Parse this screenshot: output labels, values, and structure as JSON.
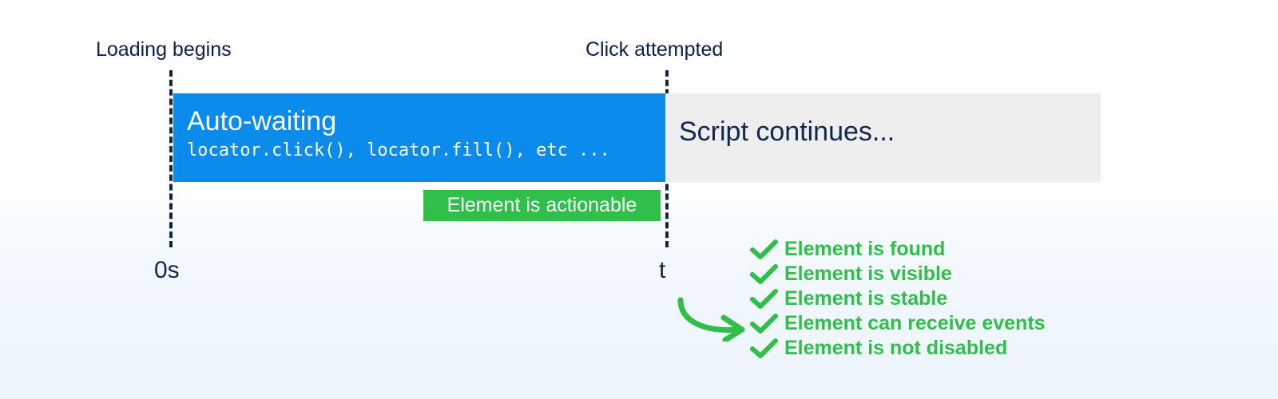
{
  "diagram": {
    "title_markers": {
      "start_label": "Loading begins",
      "end_label": "Click attempted"
    },
    "axis": {
      "start_time": "0s",
      "end_time": "t"
    },
    "phases": [
      {
        "id": "auto-waiting",
        "title": "Auto-waiting",
        "subtitle": "locator.click(), locator.fill(), etc ...",
        "color": "#0b8bec"
      },
      {
        "id": "script-continues",
        "title": "Script continues...",
        "subtitle": "",
        "color": "#eeeeee"
      }
    ],
    "badge": {
      "label": "Element is actionable",
      "color": "#2fbf4a"
    },
    "checklist": {
      "icon": "check-icon",
      "color": "#2fbf4a",
      "items": [
        "Element is found",
        "Element is visible",
        "Element is stable",
        "Element can receive events",
        "Element is not disabled"
      ]
    },
    "colors": {
      "marker_line": "#13254c",
      "text_dark": "#12264f",
      "accent_blue": "#0b8bec",
      "accent_green": "#2fbf4a",
      "panel_gray": "#eeeeee"
    }
  }
}
